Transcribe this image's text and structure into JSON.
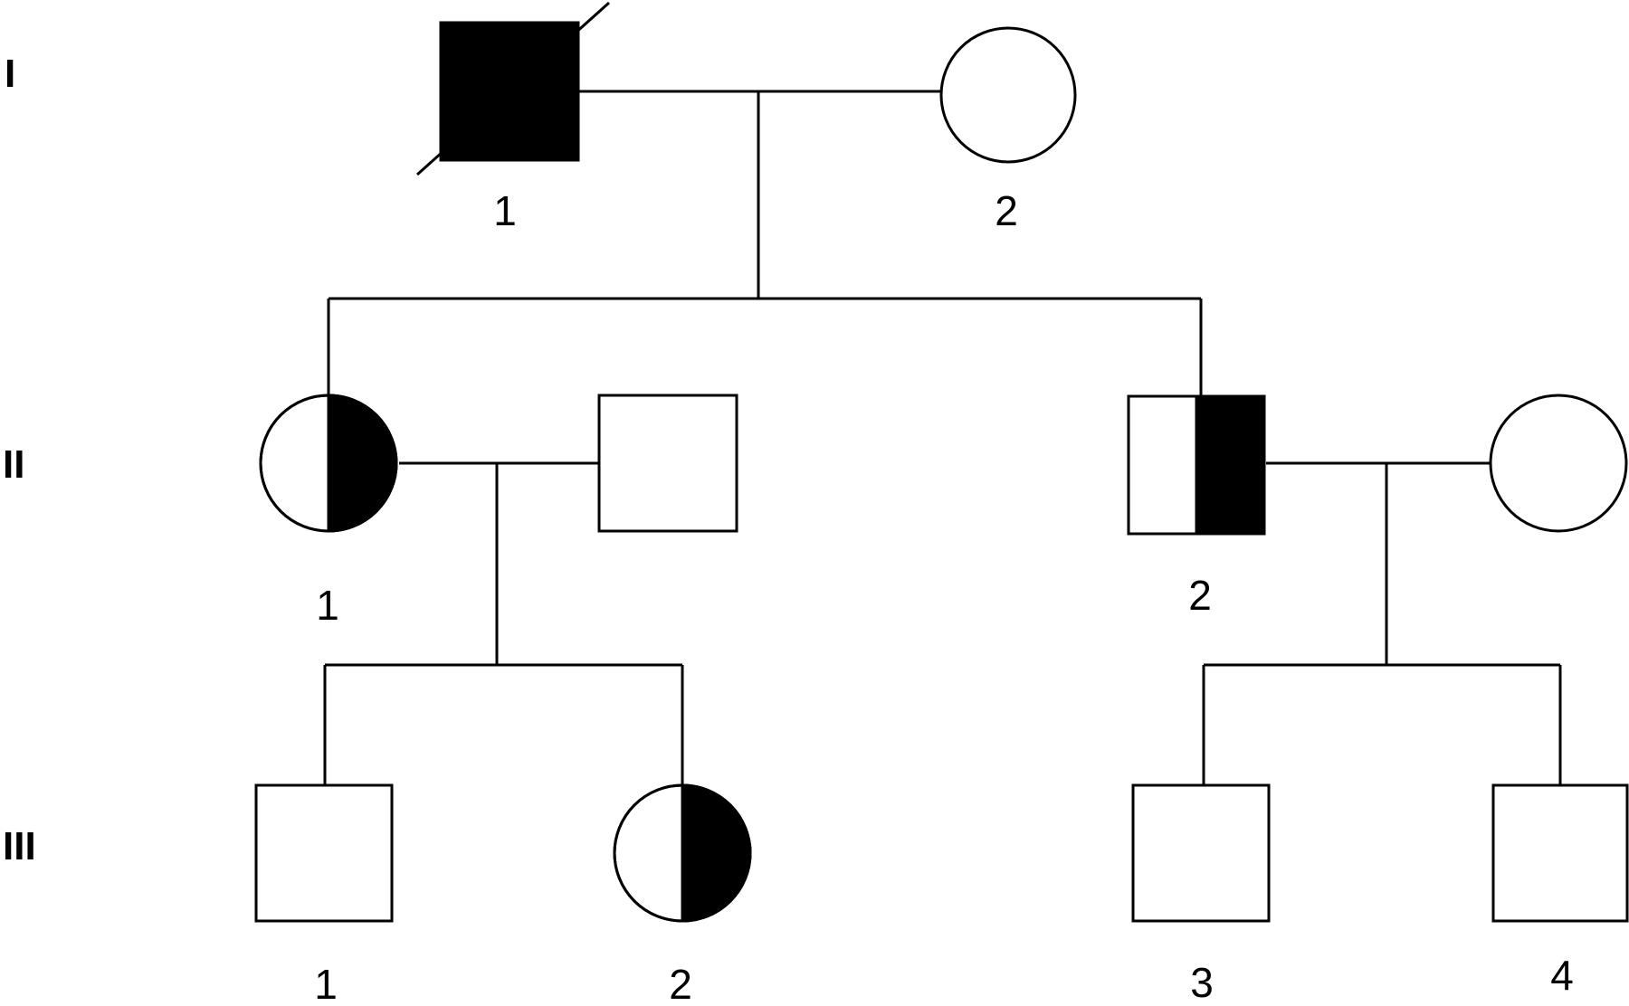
{
  "generations": [
    {
      "label": "I"
    },
    {
      "label": "II"
    },
    {
      "label": "III"
    }
  ],
  "individuals": [
    {
      "gen": "I",
      "number": "1",
      "sex": "male",
      "status": "affected",
      "deceased": true
    },
    {
      "gen": "I",
      "number": "2",
      "sex": "female",
      "status": "unaffected"
    },
    {
      "gen": "II",
      "number": "1",
      "sex": "female",
      "status": "carrier"
    },
    {
      "gen": "II",
      "number": "",
      "sex": "male",
      "status": "unaffected"
    },
    {
      "gen": "II",
      "number": "2",
      "sex": "male",
      "status": "carrier"
    },
    {
      "gen": "II",
      "number": "",
      "sex": "female",
      "status": "unaffected"
    },
    {
      "gen": "III",
      "number": "1",
      "sex": "male",
      "status": "unaffected"
    },
    {
      "gen": "III",
      "number": "2",
      "sex": "female",
      "status": "carrier"
    },
    {
      "gen": "III",
      "number": "3",
      "sex": "male",
      "status": "unaffected"
    },
    {
      "gen": "III",
      "number": "4",
      "sex": "male",
      "status": "unaffected"
    }
  ]
}
